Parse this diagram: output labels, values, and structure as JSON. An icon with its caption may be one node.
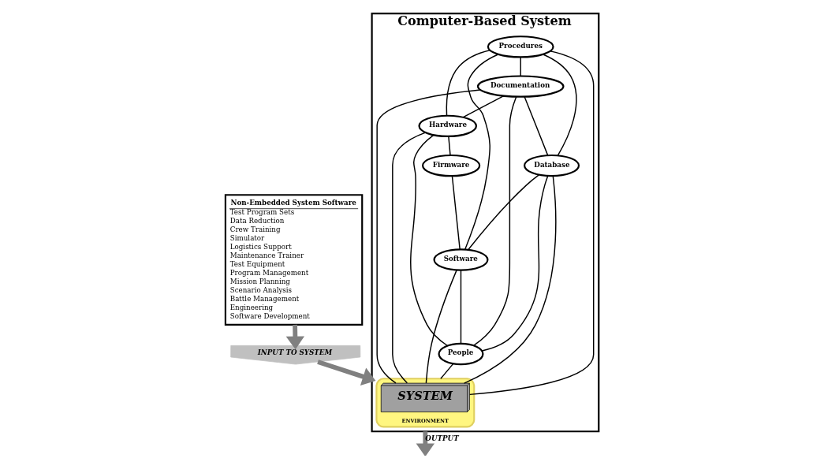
{
  "diagram": {
    "nodes": [
      {
        "text": [
          "Non-Embedded System Software",
          "Test Program Sets",
          "Data Reduction",
          "Crew Training",
          "Simulator",
          "Logistics Support",
          "Maintenance Trainer",
          "Test Equipment",
          "Program Management",
          "Mission Planning",
          "Scenario Analysis",
          "Battle Management",
          "Engineering",
          "Software Development"
        ]
      },
      {
        "text": [
          "Computer-Based System"
        ]
      },
      {
        "text": [
          "ENVIRONMENT"
        ],
        "in": 1
      },
      {
        "text": [
          "SYSTEM"
        ],
        "in": 2
      },
      {
        "text": [
          "Procedures"
        ],
        "in": 1
      },
      {
        "text": [
          "Documentation"
        ],
        "in": 1
      },
      {
        "text": [
          "Hardware"
        ],
        "in": 1
      },
      {
        "text": [
          "Firmware"
        ],
        "in": 1
      },
      {
        "text": [
          "Database"
        ],
        "in": 1
      },
      {
        "text": [
          "Software"
        ],
        "in": 1
      },
      {
        "text": [
          "People"
        ],
        "in": 1
      },
      {
        "text": [
          "INPUT TO SYSTEM"
        ]
      }
    ],
    "edges": [
      {
        "from": 0,
        "to": 11,
        "arrow": "to",
        "style": "thick",
        "color": "#808080"
      },
      {
        "from": 11,
        "to": 1,
        "arrow": "to",
        "style": "thick",
        "color": "#808080"
      },
      {
        "from": 1,
        "to": null,
        "arrow": "to",
        "label": "OUTPUT",
        "style": "thick",
        "color": "#808080"
      },
      {
        "from": 4,
        "to": 5,
        "arrow": "none"
      },
      {
        "from": 4,
        "to": 6,
        "arrow": "none"
      },
      {
        "from": 4,
        "to": 8,
        "arrow": "none"
      },
      {
        "from": 4,
        "to": 3,
        "arrow": "none"
      },
      {
        "from": 4,
        "to": 9,
        "arrow": "none"
      },
      {
        "from": 5,
        "to": 6,
        "arrow": "none"
      },
      {
        "from": 5,
        "to": 3,
        "arrow": "none"
      },
      {
        "from": 5,
        "to": 8,
        "arrow": "none"
      },
      {
        "from": 5,
        "to": 10,
        "arrow": "none"
      },
      {
        "from": 6,
        "to": 3,
        "arrow": "none"
      },
      {
        "from": 6,
        "to": 7,
        "arrow": "none"
      },
      {
        "from": 6,
        "to": 10,
        "arrow": "none"
      },
      {
        "from": 7,
        "to": 9,
        "arrow": "none"
      },
      {
        "from": 8,
        "to": 3,
        "arrow": "none"
      },
      {
        "from": 8,
        "to": 9,
        "arrow": "none"
      },
      {
        "from": 8,
        "to": 10,
        "arrow": "none"
      },
      {
        "from": 9,
        "to": 3,
        "arrow": "none"
      },
      {
        "from": 9,
        "to": 10,
        "arrow": "none"
      },
      {
        "from": 10,
        "to": 2,
        "arrow": "none"
      }
    ]
  }
}
